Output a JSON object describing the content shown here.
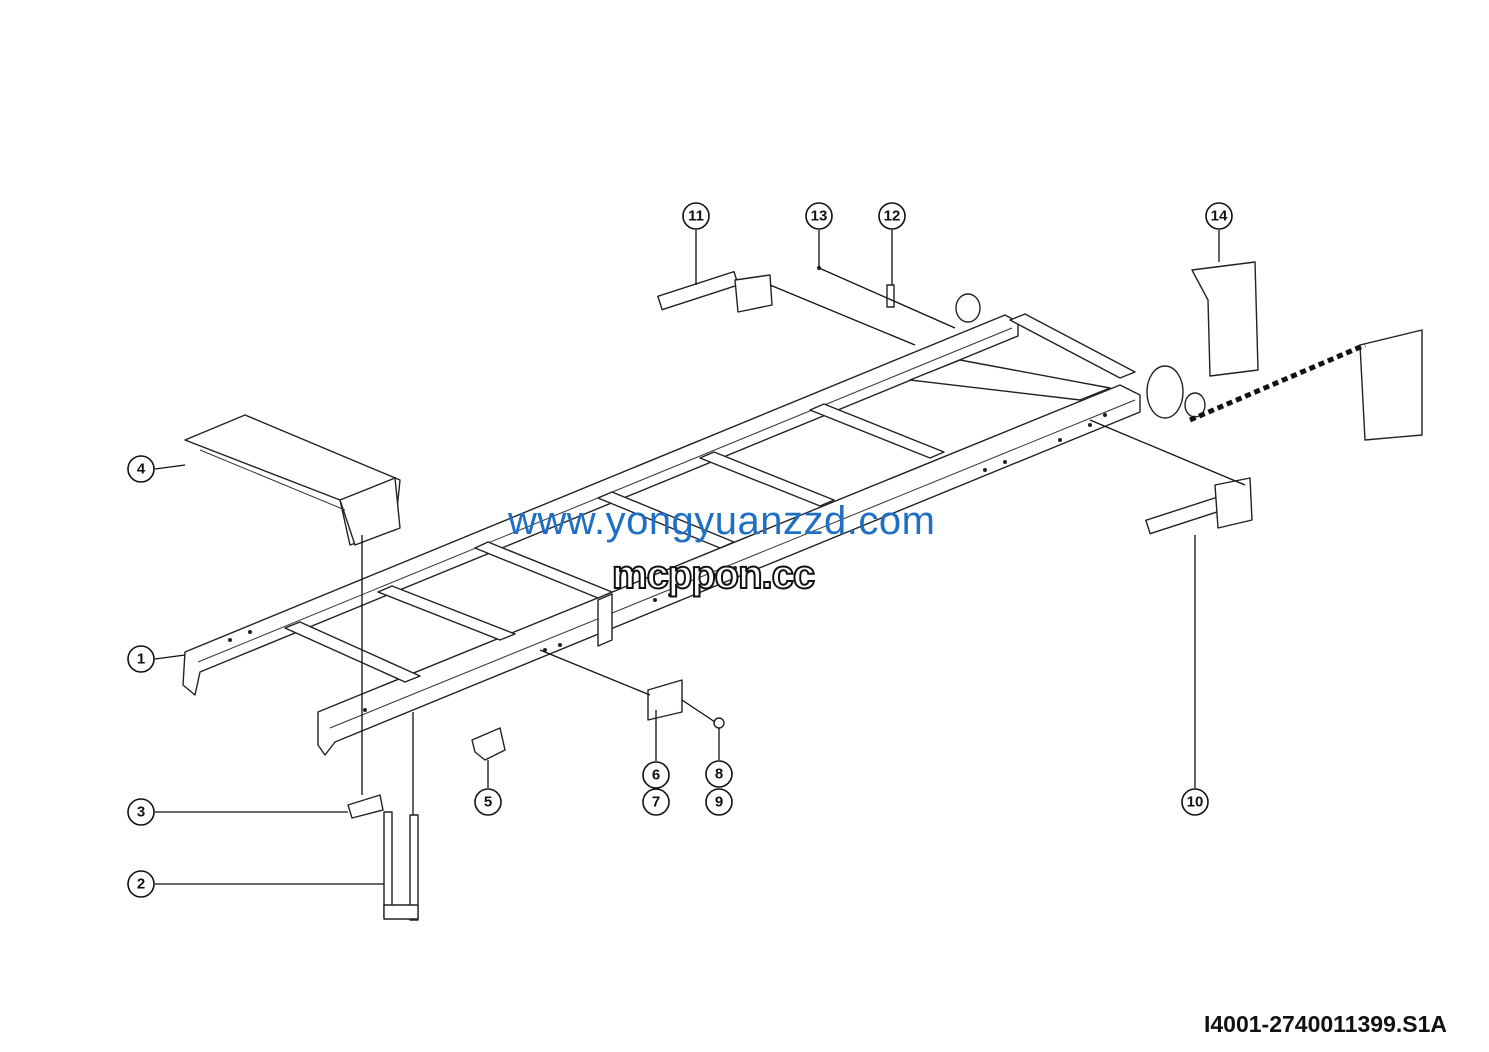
{
  "diagram": {
    "callouts": [
      "1",
      "2",
      "3",
      "4",
      "5",
      "6",
      "7",
      "8",
      "9",
      "10",
      "11",
      "12",
      "13",
      "14"
    ],
    "drawing_id": "I4001-2740011399.S1A",
    "watermarks": {
      "primary": "www.yongyuanzzd.com",
      "secondary": "mcppon.cc"
    },
    "colors": {
      "line": "#222222",
      "watermark": "#1f6fc4"
    }
  }
}
